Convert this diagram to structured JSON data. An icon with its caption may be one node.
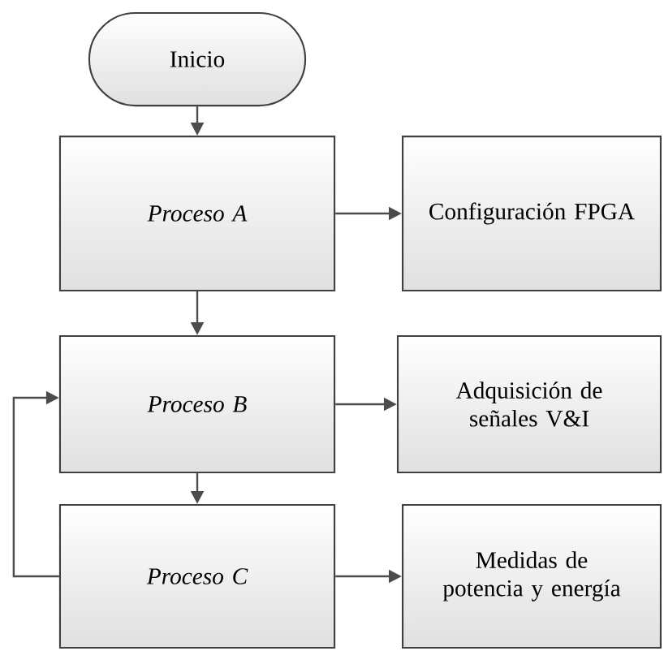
{
  "diagram": {
    "nodes": [
      {
        "text": [
          "Inicio"
        ]
      },
      {
        "text": [
          "Proceso A"
        ]
      },
      {
        "text": [
          "Configuración FPGA"
        ]
      },
      {
        "text": [
          "Proceso B"
        ]
      },
      {
        "text": [
          "Adquisición de señales V&I"
        ]
      },
      {
        "text": [
          "Proceso C"
        ]
      },
      {
        "text": [
          "Medidas de potencia y energía"
        ]
      }
    ],
    "edges": [
      {
        "from": 0,
        "to": 1,
        "arrow": "to"
      },
      {
        "from": 1,
        "to": 2,
        "arrow": "to"
      },
      {
        "from": 1,
        "to": 3,
        "arrow": "to"
      },
      {
        "from": 3,
        "to": 4,
        "arrow": "to"
      },
      {
        "from": 3,
        "to": 5,
        "arrow": "to"
      },
      {
        "from": 5,
        "to": 6,
        "arrow": "to"
      },
      {
        "from": 5,
        "to": 3,
        "arrow": "to"
      }
    ]
  }
}
